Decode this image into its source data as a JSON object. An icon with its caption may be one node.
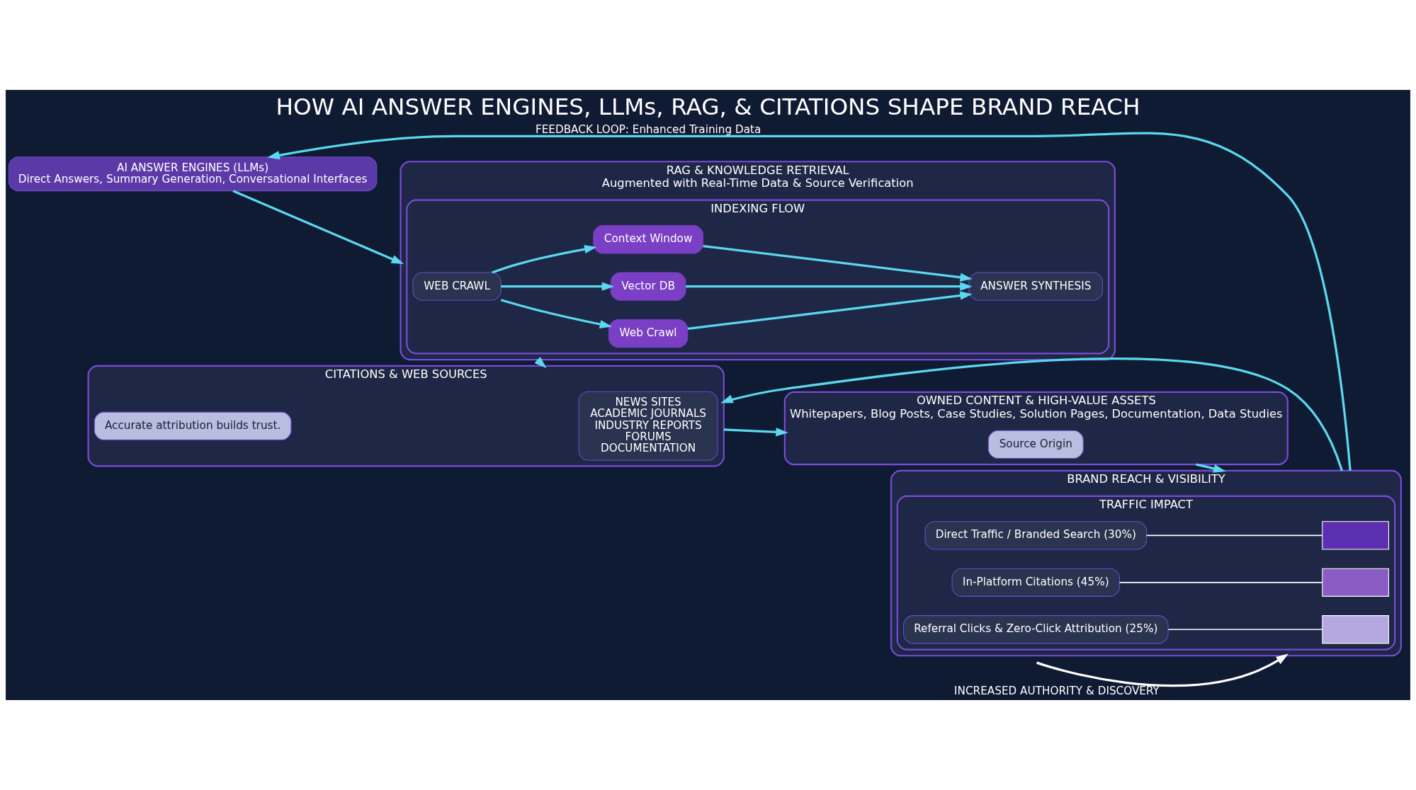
{
  "diagram": {
    "title": "HOW AI ANSWER ENGINES, LLMs, RAG, & CITATIONS SHAPE BRAND REACH",
    "nodes": [
      {
        "text": [
          "AI ANSWER ENGINES (LLMs)",
          "Direct Answers, Summary Generation, Conversational Interfaces"
        ]
      },
      {
        "text": [
          "RAG & KNOWLEDGE RETRIEVAL",
          "Augmented with Real-Time Data & Source Verification"
        ]
      },
      {
        "text": [
          "INDEXING FLOW"
        ],
        "in": 1
      },
      {
        "text": [
          "WEB CRAWL"
        ],
        "in": 2
      },
      {
        "text": [
          "Web Crawl"
        ],
        "in": 2
      },
      {
        "text": [
          "Vector DB"
        ],
        "in": 2
      },
      {
        "text": [
          "Context Window"
        ],
        "in": 2
      },
      {
        "text": [
          "ANSWER SYNTHESIS"
        ],
        "in": 2
      },
      {
        "text": [
          "CITATIONS & WEB SOURCES"
        ]
      },
      {
        "text": [
          "NEWS SITES",
          "ACADEMIC JOURNALS",
          "INDUSTRY REPORTS",
          "FORUMS",
          "DOCUMENTATION"
        ],
        "in": 8
      },
      {
        "text": [
          "Accurate attribution builds trust."
        ],
        "in": 8
      },
      {
        "text": [
          "OWNED CONTENT & HIGH-VALUE ASSETS",
          "Whitepapers, Blog Posts, Case Studies, Solution Pages, Documentation, Data Studies"
        ]
      },
      {
        "text": [
          "Source Origin"
        ],
        "in": 11
      },
      {
        "text": [
          "BRAND REACH & VISIBILITY"
        ]
      },
      {
        "text": [
          "TRAFFIC IMPACT"
        ],
        "in": 13
      },
      {
        "text": [],
        "shape": "bar",
        "in": 14
      },
      {
        "text": [],
        "shape": "bar",
        "in": 14
      },
      {
        "text": [],
        "shape": "bar",
        "in": 14
      },
      {
        "text": [
          "Direct Traffic / Branded Search (30%)"
        ],
        "in": 14
      },
      {
        "text": [
          "In-Platform Citations (45%)"
        ],
        "in": 14
      },
      {
        "text": [
          "Referral Clicks & Zero-Click Attribution (25%)"
        ],
        "in": 14
      }
    ],
    "edges": [
      {
        "from": 13,
        "to": 0,
        "arrow": "to",
        "label": "FEEDBACK LOOP: Enhanced Training Data"
      },
      {
        "from": 0,
        "to": 1,
        "arrow": "to"
      },
      {
        "from": 3,
        "to": 4,
        "arrow": "to"
      },
      {
        "from": 3,
        "to": 5,
        "arrow": "to"
      },
      {
        "from": 3,
        "to": 6,
        "arrow": "to"
      },
      {
        "from": 4,
        "to": 7,
        "arrow": "to"
      },
      {
        "from": 5,
        "to": 7,
        "arrow": "to"
      },
      {
        "from": 6,
        "to": 7,
        "arrow": "to"
      },
      {
        "from": 1,
        "to": 8,
        "arrow": "to"
      },
      {
        "from": 13,
        "to": 8,
        "arrow": "to"
      },
      {
        "from": 8,
        "to": 11,
        "arrow": "to"
      },
      {
        "from": 11,
        "to": 13,
        "arrow": "to"
      },
      {
        "from": null,
        "to": 13,
        "arrow": "to",
        "label": "INCREASED AUTHORITY & DISCOVERY",
        "color": "#ffffff"
      },
      {
        "from": 18,
        "to": 15,
        "arrow": "none",
        "color": "#ffffff"
      },
      {
        "from": 19,
        "to": 16,
        "arrow": "none",
        "color": "#ffffff"
      },
      {
        "from": 20,
        "to": 17,
        "arrow": "none",
        "color": "#ffffff"
      }
    ]
  }
}
